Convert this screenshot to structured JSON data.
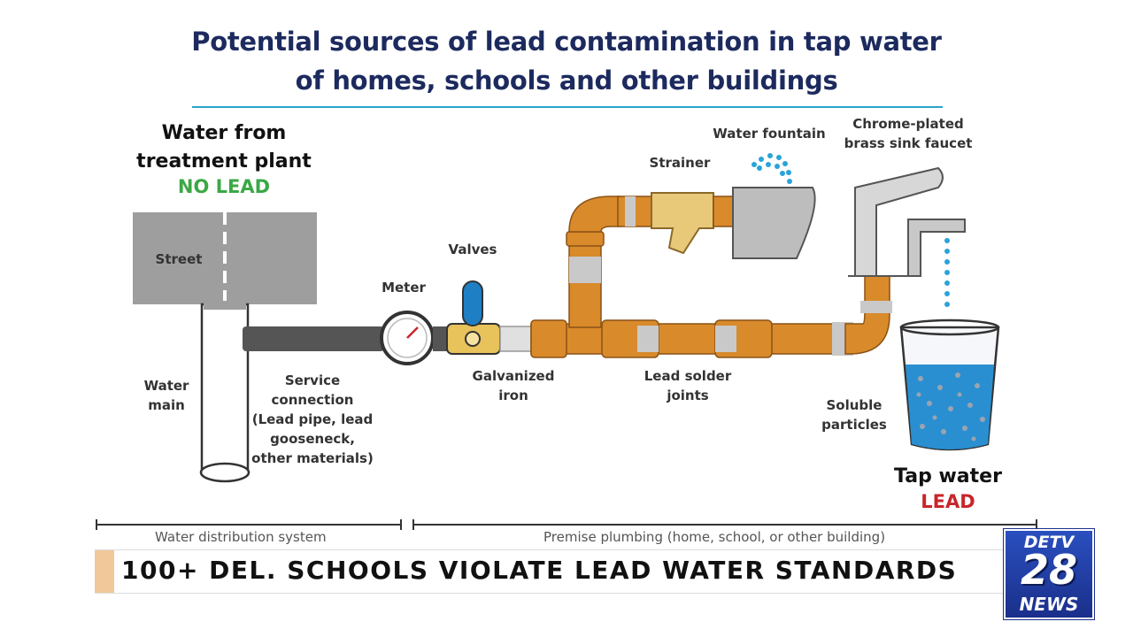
{
  "title": {
    "line1": "Potential sources of lead contamination in tap water",
    "line2": "of homes, schools and other buildings"
  },
  "source": {
    "heading_line1": "Water from",
    "heading_line2": "treatment plant",
    "status": "NO LEAD"
  },
  "labels": {
    "street": "Street",
    "water_main_line1": "Water",
    "water_main_line2": "main",
    "service_line1": "Service",
    "service_line2": "connection",
    "service_line3": "(Lead pipe, lead",
    "service_line4": "gooseneck,",
    "service_line5": "other materials)",
    "meter": "Meter",
    "valves": "Valves",
    "galvanized_line1": "Galvanized",
    "galvanized_line2": "iron",
    "strainer": "Strainer",
    "solder_line1": "Lead solder",
    "solder_line2": "joints",
    "water_fountain": "Water fountain",
    "faucet_line1": "Chrome-plated",
    "faucet_line2": "brass sink faucet",
    "soluble_line1": "Soluble",
    "soluble_line2": "particles"
  },
  "tap": {
    "heading": "Tap water",
    "status": "LEAD"
  },
  "spans": {
    "distribution": "Water distribution system",
    "premise": "Premise plumbing (home, school, or other building)"
  },
  "ticker": {
    "headline": "100+ DEL. SCHOOLS VIOLATE LEAD WATER STANDARDS"
  },
  "logo": {
    "top": "DETV",
    "number": "28",
    "bottom": "NEWS"
  },
  "colors": {
    "title": "#1c2a5e",
    "no_lead": "#3aa845",
    "lead": "#c7262a",
    "copper_pipe": "#d98a2b",
    "service_pipe": "#555555",
    "valve_handle": "#1e7fc4",
    "water": "#2a8fd1"
  }
}
